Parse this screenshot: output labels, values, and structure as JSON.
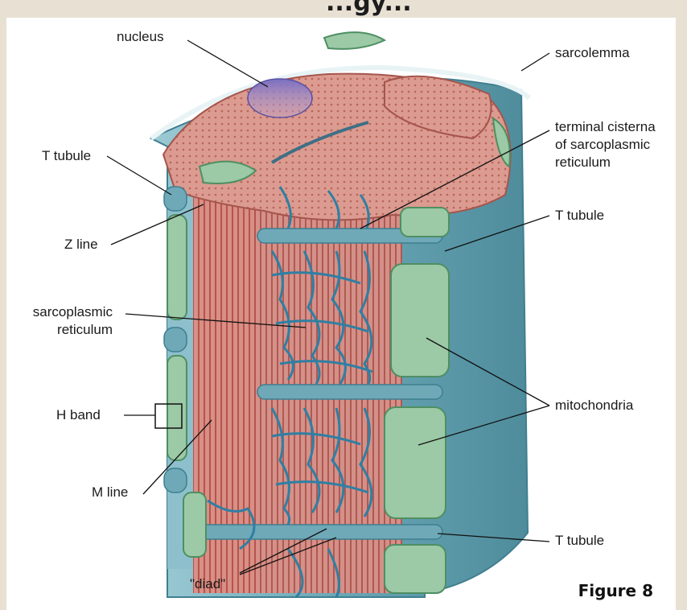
{
  "header": {
    "title_fragment": "...gy..."
  },
  "labels": {
    "nucleus": "nucleus",
    "sarcolemma": "sarcolemma",
    "terminal_cisterna_1": "terminal cisterna",
    "terminal_cisterna_2": "of sarcoplasmic",
    "terminal_cisterna_3": "reticulum",
    "t_tubule_left": "T tubule",
    "t_tubule_right_upper": "T tubule",
    "t_tubule_right_lower": "T tubule",
    "z_line": "Z line",
    "sarcoplasmic_reticulum_1": "sarcoplasmic",
    "sarcoplasmic_reticulum_2": "reticulum",
    "h_band": "H band",
    "m_line": "M line",
    "mitochondria": "mitochondria",
    "diad": "\"diad\""
  },
  "caption": "Figure 8",
  "colors": {
    "myofibril": "#d98f86",
    "myofibril_dark": "#b4554c",
    "sarcolemma": "#7fb8c4",
    "t_tubule": "#6fa9b8",
    "reticulum": "#2f7fa3",
    "mitochondria": "#9cc9a6",
    "nucleus": "#7a6fc2"
  }
}
